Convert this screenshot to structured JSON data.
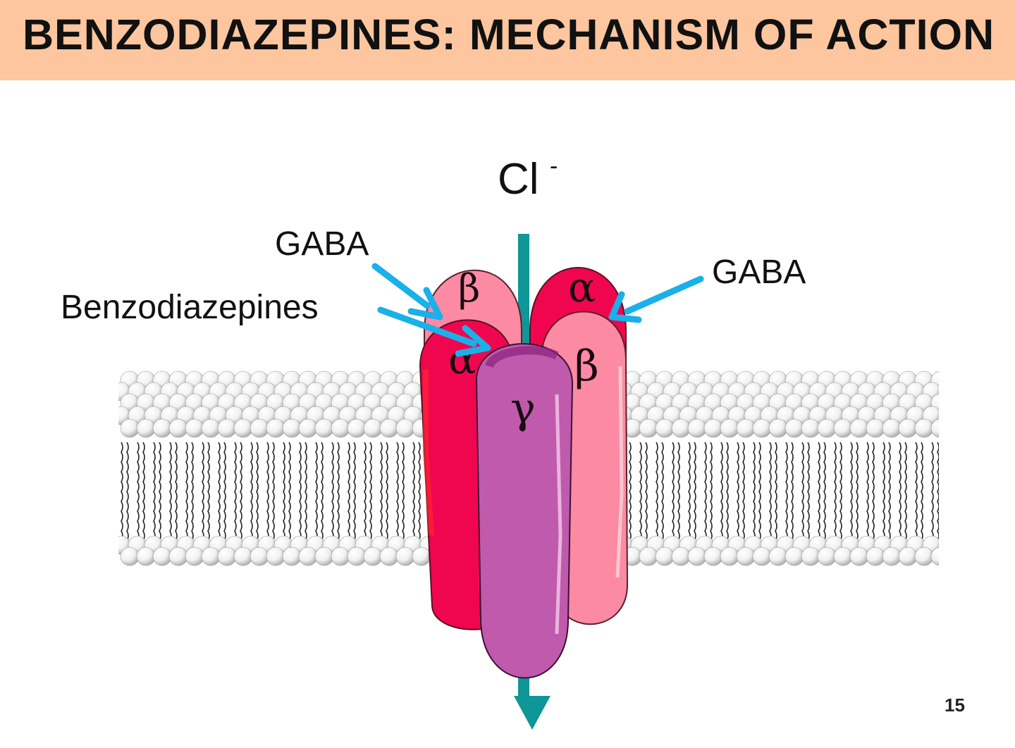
{
  "slide": {
    "title": "BENZODIAZEPINES: MECHANISM OF ACTION",
    "page_number": "15",
    "title_bar_color": "#fdc69e"
  },
  "diagram": {
    "ion_label": "Cl",
    "ion_charge": "-",
    "labels": {
      "gaba_left": "GABA",
      "gaba_right": "GABA",
      "benzodiazepines": "Benzodiazepines"
    },
    "subunits": {
      "beta_back": "β",
      "alpha_back": "α",
      "alpha_front": "α",
      "beta_front": "β",
      "gamma": "γ"
    },
    "colors": {
      "alpha": "#f0064f",
      "beta": "#fb8aa2",
      "gamma": "#c05aac",
      "pointer_arrow": "#1ab0ea",
      "ion_arrow": "#0f9696"
    }
  }
}
